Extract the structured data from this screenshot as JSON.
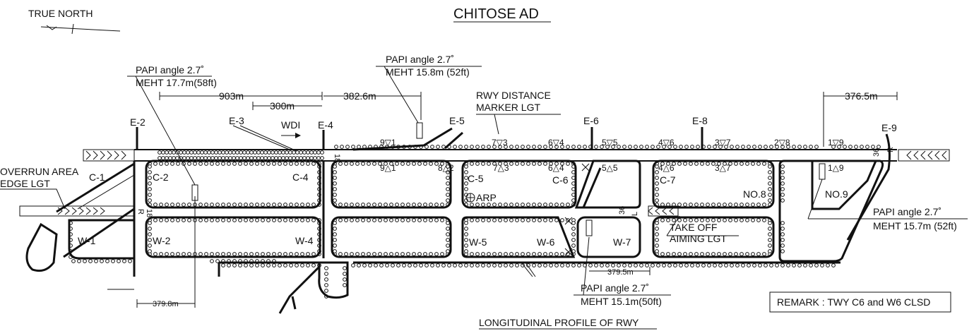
{
  "title": "CHITOSE AD",
  "true_north": "TRUE NORTH",
  "remark": "REMARK : TWY C6 and W6 CLSD",
  "profile_label": "LONGITUDINAL PROFILE OF RWY",
  "papi": [
    {
      "angle": "PAPI angle 2.7˚",
      "meht": "MEHT 17.7m(58ft)"
    },
    {
      "angle": "PAPI angle 2.7˚",
      "meht": "MEHT 15.8m  (52ft)"
    },
    {
      "angle": "PAPI angle 2.7˚",
      "meht": "MEHT 15.7m  (52ft)"
    },
    {
      "angle": "PAPI angle 2.7˚",
      "meht": "MEHT 15.1m(50ft)"
    }
  ],
  "distances": {
    "d903": "903m",
    "d300": "300m",
    "d382": "382.6m",
    "d376": "376.5m",
    "d379_5": "379.5m",
    "d379_8": "379.8m"
  },
  "labels": {
    "rwy_marker_1": "RWY DISTANCE",
    "rwy_marker_2": "MARKER  LGT",
    "overrun_1": "OVERRUN AREA",
    "overrun_2": "EDGE LGT",
    "takeoff_1": "TAKE OFF",
    "takeoff_2": "AIMING LGT",
    "wdi": "WDI",
    "arp": "ARP"
  },
  "taxiways": {
    "e2": "E-2",
    "e3": "E-3",
    "e4": "E-4",
    "e5": "E-5",
    "e6": "E-6",
    "e8": "E-8",
    "e9": "E-9",
    "c1": "C-1",
    "c2": "C-2",
    "c4": "C-4",
    "c5": "C-5",
    "c6": "C-6",
    "c7": "C-7",
    "w1": "W-1",
    "w2": "W-2",
    "w4": "W-4",
    "w5": "W-5",
    "w6": "W-6",
    "w7": "W-7",
    "no8": "NO.8",
    "no9": "NO.9"
  },
  "runway_ends": {
    "r18_top": "18",
    "r36_top": "36",
    "r18_bot": "18",
    "r36_bot": "36",
    "r": "R",
    "l": "L"
  },
  "signs_north": [
    "9▽1",
    "7▽3",
    "6▽4",
    "5▽5",
    "4▽6",
    "3▽7",
    "2▽8",
    "1▽9"
  ],
  "signs_south": [
    "9△1",
    "8△2",
    "7△3",
    "6△4",
    "5△5",
    "4△6",
    "3△7",
    "1△9"
  ]
}
